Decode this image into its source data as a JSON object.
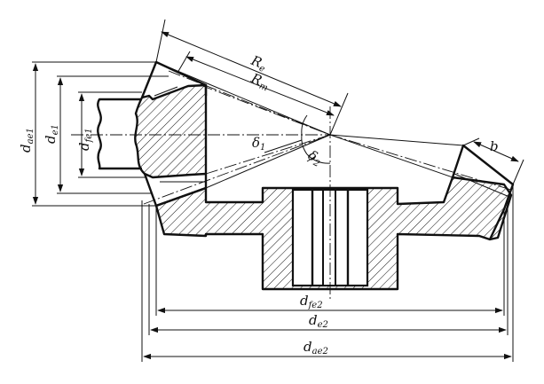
{
  "labels": {
    "Re": {
      "main": "R",
      "sub": "e"
    },
    "Rm": {
      "main": "R",
      "sub": "m"
    },
    "b": {
      "main": "b",
      "sub": ""
    },
    "delta1": {
      "main": "δ",
      "sub": "1"
    },
    "delta2": {
      "main": "δ",
      "sub": "2"
    },
    "dae1": {
      "main": "d",
      "sub": "ae1"
    },
    "de1": {
      "main": "d",
      "sub": "e1"
    },
    "dfe1": {
      "main": "d",
      "sub": "fe1"
    },
    "dfe2": {
      "main": "d",
      "sub": "fe2"
    },
    "de2": {
      "main": "d",
      "sub": "e2"
    },
    "dae2": {
      "main": "d",
      "sub": "ae2"
    }
  }
}
